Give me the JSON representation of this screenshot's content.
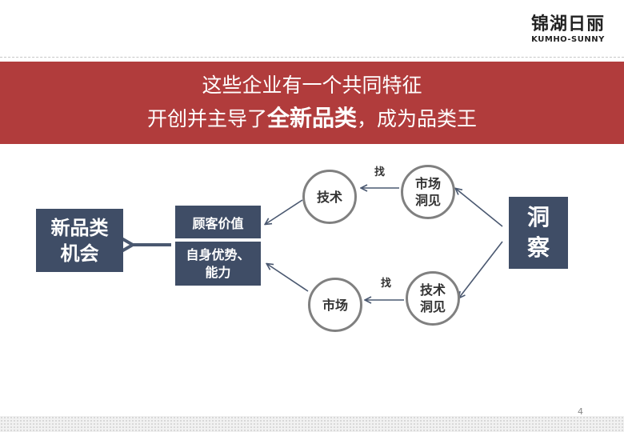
{
  "logo": {
    "cn": "锦湖日丽",
    "en": "KUMHO-SUNNY"
  },
  "banner": {
    "line1": "这些企业有一个共同特征",
    "line2_prefix": "开创并主导了",
    "line2_bold": "全新品类",
    "line2_suffix": "，成为品类王"
  },
  "diagram": {
    "opportunity_line1": "新品类",
    "opportunity_line2": "机会",
    "customer_value": "顾客价值",
    "own_advantage_line1": "自身优势、",
    "own_advantage_line2": "能力",
    "tech_node": "技术",
    "market_insight_line1": "市场",
    "market_insight_line2": "洞见",
    "market_node": "市场",
    "tech_insight_line1": "技术",
    "tech_insight_line2": "洞见",
    "find_top": "找",
    "find_bottom": "找",
    "insight_line1": "洞",
    "insight_line2": "察"
  },
  "page_number": "4",
  "colors": {
    "banner": "#b13c3c",
    "box": "#3f4d66",
    "circle_border": "#808080",
    "arrow": "#4a5870"
  }
}
